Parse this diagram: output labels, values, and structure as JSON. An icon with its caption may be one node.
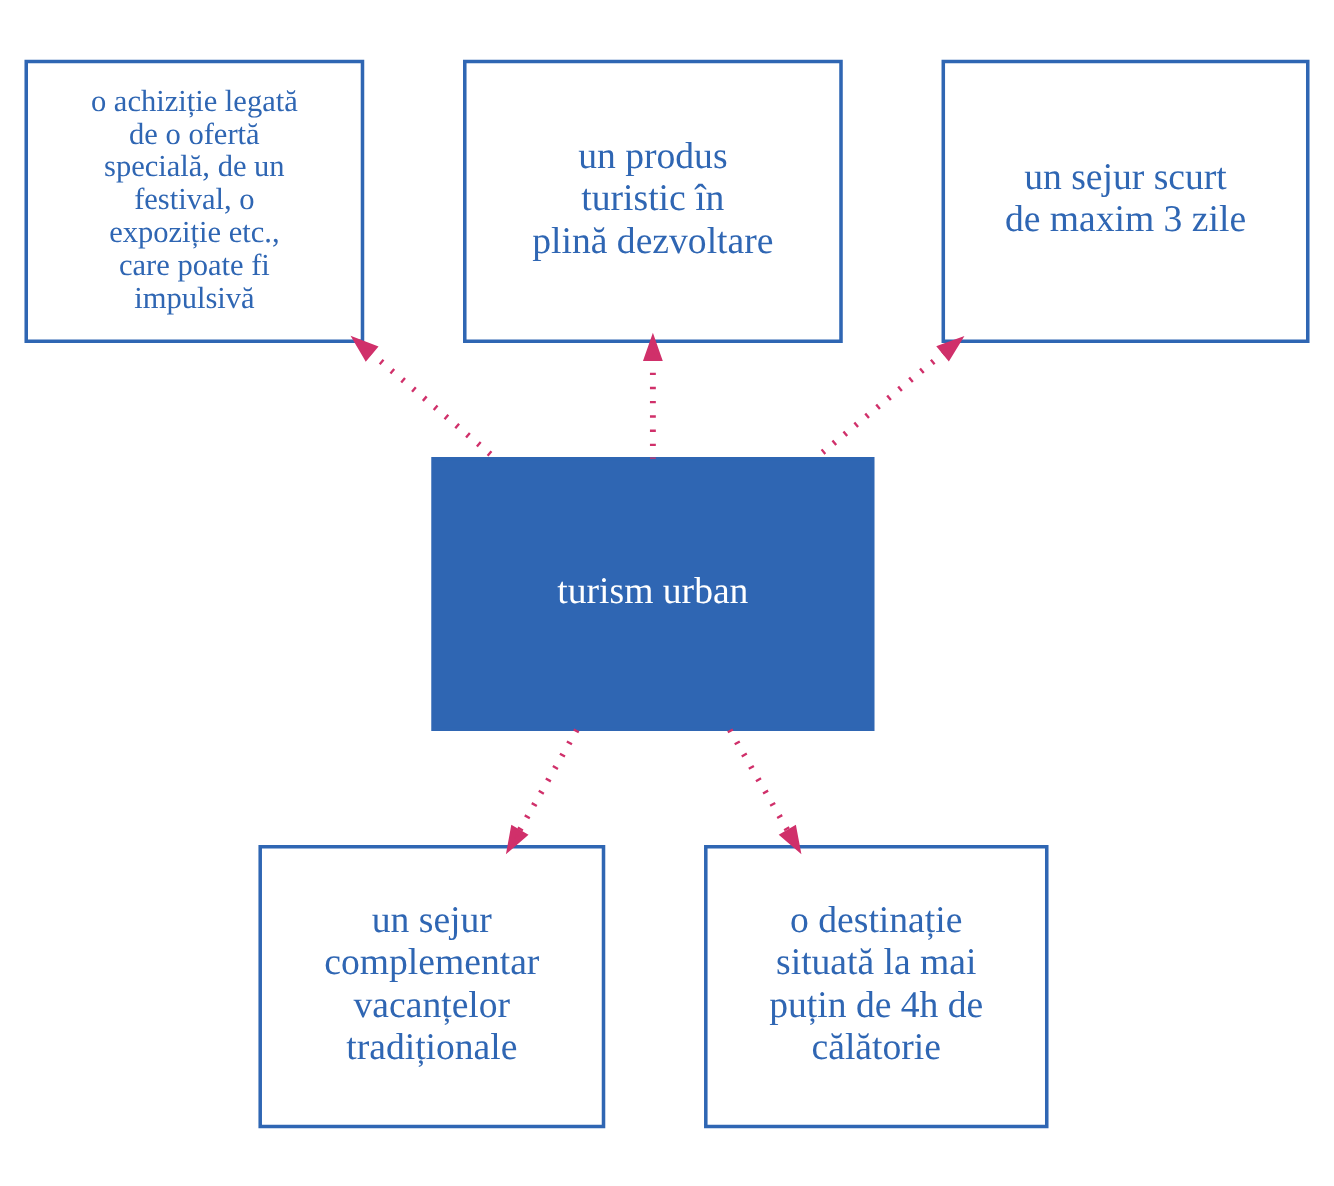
{
  "diagram": {
    "nodes": [
      {
        "text": [
          "turism urban"
        ]
      },
      {
        "text": [
          "o achiziție legată de o ofertă specială, de un festival, o expoziție etc., care poate fi impulsivă"
        ]
      },
      {
        "text": [
          "un produs turistic în plină dezvoltare"
        ]
      },
      {
        "text": [
          "un sejur scurt de maxim 3 zile"
        ]
      },
      {
        "text": [
          "un sejur complementar vacanțelor tradiționale"
        ]
      },
      {
        "text": [
          "o destinație situată la mai puțin de 4h de călătorie"
        ]
      }
    ],
    "edges": [
      {
        "from": 0,
        "to": 1,
        "arrow": "to",
        "style": "dashed",
        "color": "#d0306a"
      },
      {
        "from": 0,
        "to": 2,
        "arrow": "to",
        "style": "dashed",
        "color": "#d0306a"
      },
      {
        "from": 0,
        "to": 3,
        "arrow": "to",
        "style": "dashed",
        "color": "#d0306a"
      },
      {
        "from": 0,
        "to": 4,
        "arrow": "to",
        "style": "dashed",
        "color": "#d0306a"
      },
      {
        "from": 0,
        "to": 5,
        "arrow": "to",
        "style": "dashed",
        "color": "#d0306a"
      }
    ]
  }
}
